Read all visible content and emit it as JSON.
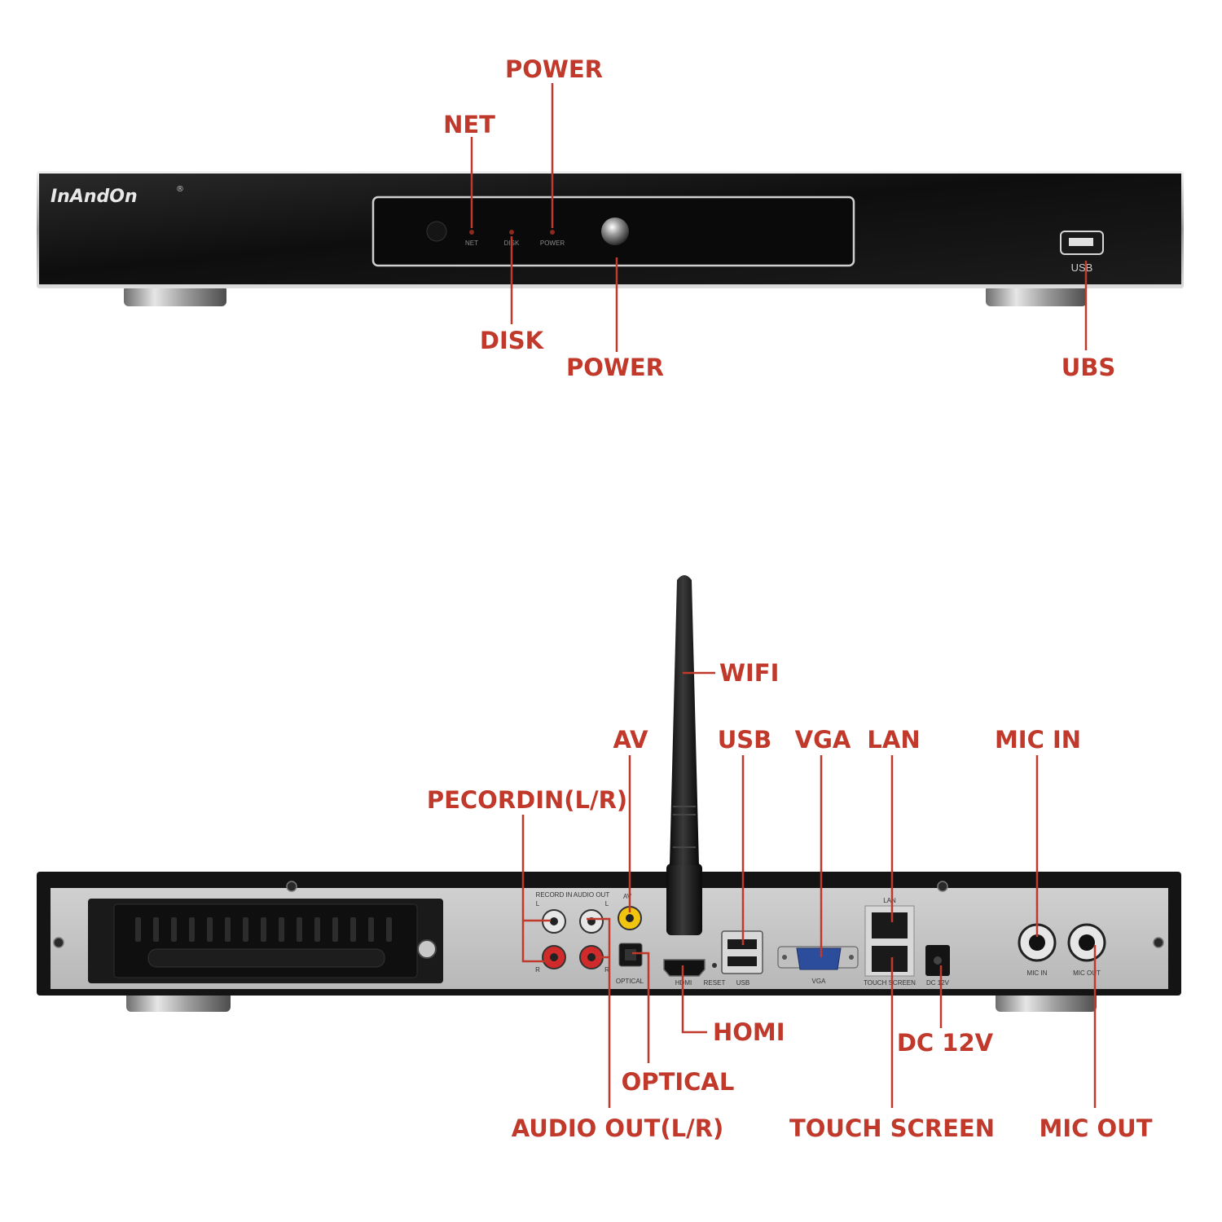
{
  "brand": {
    "logo_text": "InAndOn",
    "registered_mark": "®"
  },
  "colors": {
    "callout": "#c0392b",
    "chassis": "#141414",
    "panel_gray": "#c4c4c4"
  },
  "front_panel": {
    "indicator_labels": {
      "net": "NET",
      "disk": "DISK",
      "power": "POWER"
    },
    "usb_port_label": "USB"
  },
  "front_callouts": {
    "power_led": "POWER",
    "net": "NET",
    "disk": "DISK",
    "power_button": "POWER",
    "usb": "UBS"
  },
  "rear_panel": {
    "port_labels": {
      "record_in": "RECORD IN",
      "record_in_l": "L",
      "record_in_r": "R",
      "audio_out": "AUDIO OUT",
      "audio_out_l": "L",
      "audio_out_r": "R",
      "av": "AV",
      "optical": "OPTICAL",
      "hdmi": "HDMI",
      "reset": "RESET",
      "usb": "USB",
      "vga": "VGA",
      "lan": "LAN",
      "touch_screen": "TOUCH SCREEN",
      "dc_12v": "DC 12V",
      "mic_in": "MIC IN",
      "mic_out": "MIC OUT"
    }
  },
  "rear_callouts": {
    "wifi": "WIFI",
    "av": "AV",
    "usb": "USB",
    "vga": "VGA",
    "lan": "LAN",
    "mic_in": "MIC IN",
    "record_in": "PECORDIN(L/R)",
    "hdmi": "HOMI",
    "dc_12v": "DC 12V",
    "optical": "OPTICAL",
    "audio_out": "AUDIO OUT(L/R)",
    "touch_screen": "TOUCH SCREEN",
    "mic_out": "MIC OUT"
  }
}
